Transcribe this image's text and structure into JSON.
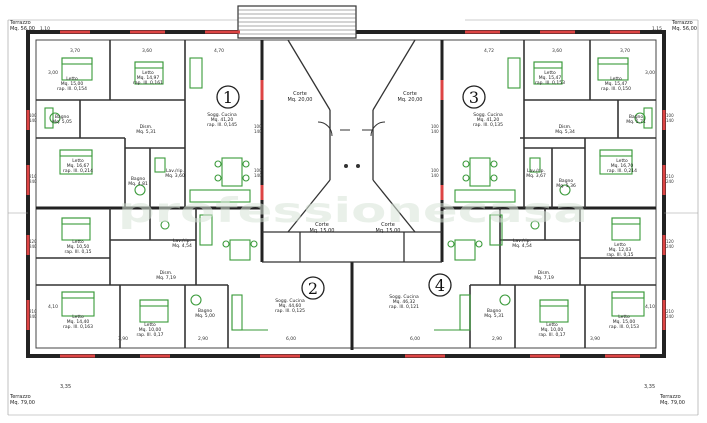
{
  "apartments": [
    {
      "number": "1"
    },
    {
      "number": "2"
    },
    {
      "number": "3"
    },
    {
      "number": "4"
    }
  ],
  "terraces": {
    "top_left": {
      "label": "Terrazzo",
      "area": "Mq. 56,00"
    },
    "top_right": {
      "label": "Terrazzo",
      "area": "Mq. 56,00"
    },
    "bottom_left": {
      "label": "Terrazzo",
      "area": "Mq. 79,00"
    },
    "bottom_right": {
      "label": "Terrazzo",
      "area": "Mq. 79,00"
    }
  },
  "corridors": [
    {
      "label": "Corte",
      "area": "Mq. 20,00"
    },
    {
      "label": "Corte",
      "area": "Mq. 20,00"
    },
    {
      "label": "Corte",
      "area": "Mq. 15,00"
    },
    {
      "label": "Corte",
      "area": "Mq. 15,00"
    }
  ],
  "apt1_rooms": [
    {
      "name": "Letto",
      "area": "Mq. 15,00",
      "rap": "rap. Ill. 0,154"
    },
    {
      "name": "Letto",
      "area": "Mq. 14,97",
      "rap": "rap. Ill. 0,161"
    },
    {
      "name": "Sogg. Cucina",
      "area": "Mq. 41,20",
      "rap": "rap. Ill. 0,145"
    },
    {
      "name": "Bagno",
      "area": "Mq. 5,05"
    },
    {
      "name": "Dism.",
      "area": "Mq. 5,31"
    },
    {
      "name": "Letto",
      "area": "Mq. 16,67",
      "rap": "rap. Ill. 0,214"
    },
    {
      "name": "Bagno",
      "area": "Mq. 4,81"
    },
    {
      "name": "Lav./rip.",
      "area": "Mq. 3,60"
    }
  ],
  "apt3_rooms": [
    {
      "name": "Letto",
      "area": "Mq. 15,47",
      "rap": "rap. Ill. 0,150"
    },
    {
      "name": "Letto",
      "area": "Mq. 15,47",
      "rap": "rap. Ill. 0,153"
    },
    {
      "name": "Sogg. Cucina",
      "area": "Mq. 41,20",
      "rap": "rap. Ill. 0,135"
    },
    {
      "name": "Bagno",
      "area": "Mq. 5,71"
    },
    {
      "name": "Dism.",
      "area": "Mq. 5,34"
    },
    {
      "name": "Letto",
      "area": "Mq. 16,70",
      "rap": "rap. Ill. 0,214"
    },
    {
      "name": "Bagno",
      "area": "Mq. 5,36"
    },
    {
      "name": "Lav./rip.",
      "area": "Mq. 3,67"
    }
  ],
  "apt2_rooms": [
    {
      "name": "Letto",
      "area": "Mq. 10,50",
      "rap": "rap. Ill. 0,15"
    },
    {
      "name": "Lav./rip.",
      "area": "Mq. 4,54"
    },
    {
      "name": "Dism.",
      "area": "Mq. 7,19"
    },
    {
      "name": "Letto",
      "area": "Mq. 14,40",
      "rap": "rap. Ill. 0,163"
    },
    {
      "name": "Letto",
      "area": "Mq. 10,00",
      "rap": "rap. Ill. 0,17"
    },
    {
      "name": "Bagno",
      "area": "Mq. 5,00"
    },
    {
      "name": "Sogg. Cucina",
      "area": "Mq. 44,60",
      "rap": "rap. Ill. 0,125"
    }
  ],
  "apt4_rooms": [
    {
      "name": "Sogg. Cucina",
      "area": "Mq. 46,32",
      "rap": "rap. Ill. 0,121"
    },
    {
      "name": "Lav./rip.",
      "area": "Mq. 4,54"
    },
    {
      "name": "Dism.",
      "area": "Mq. 7,19"
    },
    {
      "name": "Letto",
      "area": "Mq. 12,03",
      "rap": "rap. Ill. 0,15"
    },
    {
      "name": "Bagno",
      "area": "Mq. 5,31"
    },
    {
      "name": "Letto",
      "area": "Mq. 10,00",
      "rap": "rap. Ill. 0,17"
    },
    {
      "name": "Letto",
      "area": "Mq. 15,00",
      "rap": "rap. Ill. 0,153"
    }
  ],
  "dimensions": {
    "top": [
      "1,10",
      "3,70",
      "3,60",
      "4,70",
      "4,72",
      "3,60",
      "3,70",
      "1,15"
    ],
    "side_pairs": [
      [
        "100",
        "140"
      ],
      [
        "210",
        "240"
      ],
      [
        "120",
        "240"
      ],
      [
        "210",
        "240"
      ],
      [
        "100",
        "140"
      ],
      [
        "100",
        "140"
      ],
      [
        "210",
        "240"
      ],
      [
        "120",
        "240"
      ],
      [
        "210",
        "240"
      ],
      [
        "100",
        "140"
      ],
      [
        "100",
        "140"
      ],
      [
        "100",
        "140"
      ]
    ],
    "bottom": [
      "3,90",
      "2,90",
      "6,00",
      "6,00",
      "2,90",
      "3,90"
    ],
    "side_vertical": [
      "3,00",
      "4,10",
      "3,00",
      "4,10",
      "3,35",
      "3,35"
    ]
  },
  "watermark": "professionecasa"
}
